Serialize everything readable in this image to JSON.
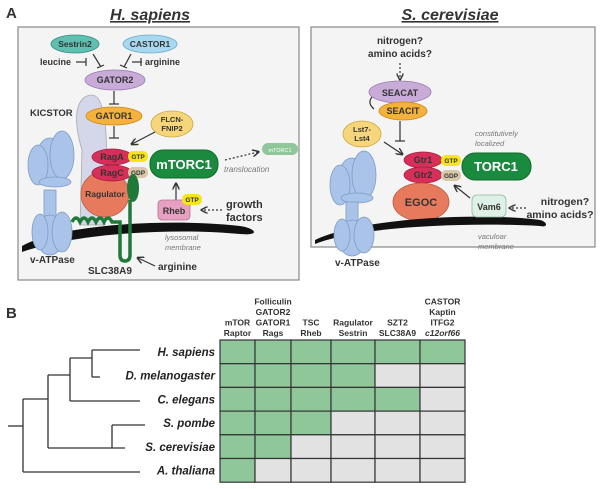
{
  "panelA": {
    "letter": "A",
    "human": {
      "title": "H. sapiens",
      "sestrin2": "Sestrin2",
      "castor1": "CASTOR1",
      "leucine": "leucine",
      "arginine_top": "arginine",
      "gator2": "GATOR2",
      "kicstor": "KICSTOR",
      "gator1": "GATOR1",
      "flcn_line1": "FLCN-",
      "flcn_line2": "FNIP2",
      "raga": "RagA",
      "ragc": "RagC",
      "gtp": "GTP",
      "gdp": "GDP",
      "mtorc1": "mTORC1",
      "mtorc1_small": "mTORC1",
      "translocation": "translocation",
      "ragulator": "Ragulator",
      "rheb": "Rheb",
      "rheb_gtp": "GTP",
      "growth1": "growth",
      "growth2": "factors",
      "membrane1": "lysosomal",
      "membrane2": "membrane",
      "vatpase": "v-ATPase",
      "slc": "SLC38A9",
      "arginine_bottom": "arginine"
    },
    "yeast": {
      "title": "S. cerevisiae",
      "nitro1": "nitrogen?",
      "amino1": "amino acids?",
      "seacat": "SEACAT",
      "seacit": "SEACIT",
      "lst1": "Lst7-",
      "lst2": "Lst4",
      "const1": "constitutively",
      "const2": "localized",
      "gtr1": "Gtr1",
      "gtr2": "Gtr2",
      "gtp": "GTP",
      "gdp": "GDP",
      "torc1": "TORC1",
      "egoc": "EGOC",
      "vam6": "Vam6",
      "nitro2": "nitrogen?",
      "amino2": "amino acids?",
      "membrane1": "vaculoar",
      "membrane2": "membrane",
      "vatpase": "v-ATPase"
    }
  },
  "panelB": {
    "letter": "B",
    "columns": [
      [
        "mTOR",
        "Raptor"
      ],
      [
        "Folliculin",
        "GATOR2",
        "GATOR1",
        "Rags"
      ],
      [
        "TSC",
        "Rheb"
      ],
      [
        "Ragulator",
        "Sestrin"
      ],
      [
        "SZT2",
        "SLC38A9"
      ],
      [
        "CASTOR",
        "Kaptin",
        "ITFG2",
        "c12orf66"
      ]
    ],
    "species": [
      "H. sapiens",
      "D. melanogaster",
      "C. elegans",
      "S. pombe",
      "S. cerevisiae",
      "A. thaliana"
    ],
    "presence": [
      [
        1,
        1,
        1,
        1,
        1,
        1
      ],
      [
        1,
        1,
        1,
        1,
        0,
        0
      ],
      [
        1,
        1,
        1,
        1,
        1,
        0
      ],
      [
        1,
        1,
        1,
        0,
        0,
        0
      ],
      [
        1,
        1,
        0,
        0,
        0,
        0
      ],
      [
        1,
        0,
        0,
        0,
        0,
        0
      ]
    ],
    "colors": {
      "present": "#8fc79a",
      "absent": "#e2e2e2"
    }
  }
}
